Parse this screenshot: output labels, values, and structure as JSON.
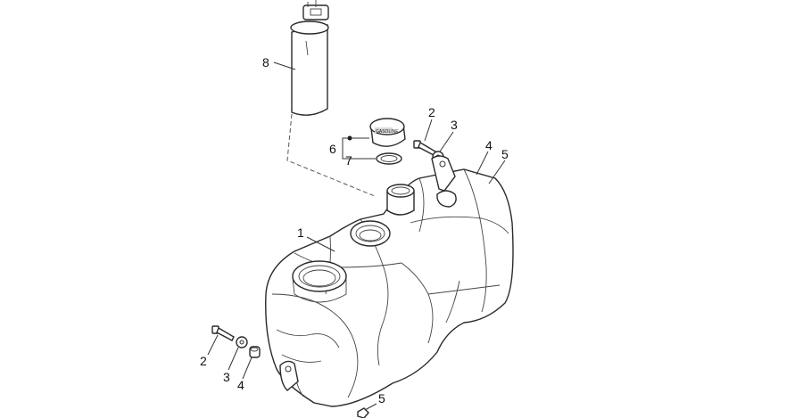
{
  "diagram": {
    "callouts": [
      {
        "id": "c8",
        "label": "8"
      },
      {
        "id": "c6",
        "label": "6"
      },
      {
        "id": "c7",
        "label": "7"
      },
      {
        "id": "c2a",
        "label": "2"
      },
      {
        "id": "c3a",
        "label": "3"
      },
      {
        "id": "c4a",
        "label": "4"
      },
      {
        "id": "c5a",
        "label": "5"
      },
      {
        "id": "c1",
        "label": "1"
      },
      {
        "id": "c2b",
        "label": "2"
      },
      {
        "id": "c3b",
        "label": "3"
      },
      {
        "id": "c4b",
        "label": "4"
      },
      {
        "id": "c5b",
        "label": "5"
      }
    ]
  }
}
